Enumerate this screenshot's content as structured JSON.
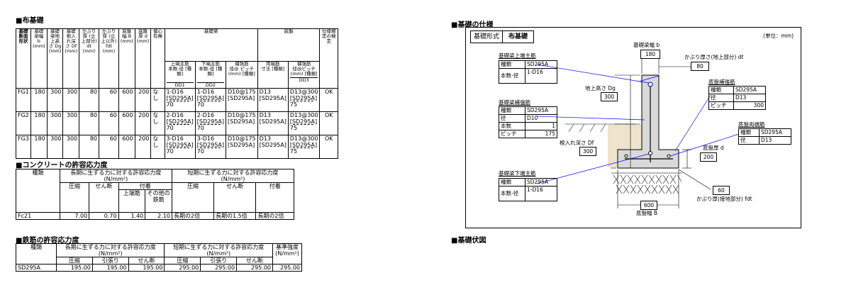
{
  "left": {
    "title1": "■布基礎",
    "fh": {
      "c1": "基礎断面形状",
      "c2": "基礎梁幅 b (mm)",
      "c3": "基礎梁地上高さ Dg (mm)",
      "c4": "基礎根入れ深さ Df (mm)",
      "c5": "かぶり厚 (立上部分) dt (mm)",
      "c6": "かぶり厚 (立上以外) fdt (mm)",
      "c7": "底盤幅 B (mm)",
      "c8": "底盤厚 d (mm)",
      "c9": "偏心有無",
      "grp1": "基礎梁",
      "g1a": "上端主筋",
      "g1b": "下端主筋",
      "g1c": "補強筋",
      "g1a_s": "本数-径 [種類]",
      "g1b_s": "本数-径 [種類]",
      "g1c_s": "径@ ピッチ (mm) [種類]",
      "dd1": "DD1",
      "dd2": "DD2",
      "grp2": "底盤",
      "g2a": "両端筋",
      "g2b": "補強筋",
      "g2a_s": "寸法 [種類]",
      "g2b_s": "径@ピッチ (mm) [種類]",
      "dd3": "DD3",
      "c14": "仕様規定の検定"
    },
    "rows": [
      {
        "name": "FG1",
        "b": "180",
        "dg": "300",
        "df": "300",
        "dt": "80",
        "fdt": "60",
        "B": "600",
        "d": "200",
        "ecc": "なし",
        "top1": "1-D16",
        "top2": "[SD295A]",
        "top3": "70",
        "bot1": "1-D16",
        "bot2": "[SD295A]",
        "bot3": "70",
        "rein1": "D10@175",
        "rein2": "[SD295A]",
        "slab1": "D13",
        "slab2": "[SD295A]",
        "sr1": "D13@300",
        "sr2": "[SD295A]",
        "sr3": "75",
        "ok": "OK"
      },
      {
        "name": "FG2",
        "b": "180",
        "dg": "300",
        "df": "300",
        "dt": "80",
        "fdt": "60",
        "B": "600",
        "d": "200",
        "ecc": "なし",
        "top1": "2-D16",
        "top2": "[SD295A]",
        "top3": "70",
        "bot1": "2-D16",
        "bot2": "[SD295A]",
        "bot3": "70",
        "rein1": "D10@175",
        "rein2": "[SD295A]",
        "slab1": "D13",
        "slab2": "[SD295A]",
        "sr1": "D13@300",
        "sr2": "[SD295A]",
        "sr3": "75",
        "ok": "OK"
      },
      {
        "name": "FG3",
        "b": "180",
        "dg": "300",
        "df": "300",
        "dt": "80",
        "fdt": "60",
        "B": "600",
        "d": "200",
        "ecc": "なし",
        "top1": "3-D16",
        "top2": "[SD295A]",
        "top3": "70",
        "bot1": "3-D16",
        "bot2": "[SD295A]",
        "bot3": "70",
        "rein1": "D10@175",
        "rein2": "[SD295A]",
        "slab1": "D13",
        "slab2": "[SD295A]",
        "sr1": "D13@300",
        "sr2": "[SD295A]",
        "sr3": "75",
        "ok": "OK"
      }
    ],
    "title2": "■コンクリートの許容応力度",
    "ct": {
      "kind": "種類",
      "long": "長期に生ずる力に対する許容応力度",
      "short": "短期に生ずる力に対する許容応力度",
      "unit": "(N/mm²)",
      "comp": "圧縮",
      "shear": "せん断",
      "bond": "付着",
      "top": "上端筋",
      "other": "その他の 鉄筋",
      "row": {
        "kind": "Fc21",
        "comp": "7.00",
        "shear": "0.70",
        "top": "1.40",
        "other": "2.10",
        "scomp": "長期の2倍",
        "sshear": "長期の1.5倍",
        "sbond": "長期の2倍"
      }
    },
    "title3": "■鉄筋の許容応力度",
    "rt": {
      "kind": "種類",
      "long": "長期に生ずる力に対する許容応力度",
      "short": "短期に生ずる力に対する許容応力度",
      "std": "基準強度",
      "unit": "(N/mm²)",
      "comp": "圧縮",
      "tens": "引張り",
      "shear": "せん断",
      "row": {
        "kind": "SD295A",
        "lc": "195.00",
        "lt": "195.00",
        "ls": "195.00",
        "sc": "295.00",
        "st": "295.00",
        "ss": "295.00",
        "std": "295.00"
      }
    }
  },
  "right": {
    "title1": "■基礎の仕様",
    "type_label": "基礎形式",
    "type_value": "布基礎",
    "unit": "(単位：mm)",
    "beam_width_label": "基礎梁幅 b",
    "beam_width_value": "180",
    "cover_top_label": "かぶり厚さ(地上部分) dt",
    "cover_top_value": "80",
    "top_bar_title": "基礎梁上端主筋",
    "top_bar_kind_label": "種類",
    "top_bar_kind": "SD295A",
    "top_bar_num_label": "本数-径",
    "top_bar_num": "1-D16",
    "height_label": "地上高さ Dg",
    "height_value": "300",
    "rein_title": "基礎梁補強筋",
    "rein_kind_label": "種類",
    "rein_kind": "SD295A",
    "rein_dia_label": "径",
    "rein_dia": "D10",
    "rein_num_label": "本数",
    "rein_num": "1",
    "rein_pitch_label": "ピッチ",
    "rein_pitch": "175",
    "slab_rein_title": "底盤補強筋",
    "slab_rein_kind_label": "種類",
    "slab_rein_kind": "SD295A",
    "slab_rein_dia_label": "径",
    "slab_rein_dia": "D13",
    "slab_rein_pitch_label": "ピッチ",
    "slab_rein_pitch": "300",
    "slab_end_title": "底盤両端筋",
    "slab_end_kind_label": "種類",
    "slab_end_kind": "SD295A",
    "slab_end_dia_label": "径",
    "slab_end_dia": "D13",
    "embed_label": "根入れ深さ Df",
    "embed_value": "300",
    "slab_thk_label": "底盤厚 d",
    "slab_thk_value": "200",
    "bot_bar_title": "基礎梁下端主筋",
    "bot_bar_kind_label": "種類",
    "bot_bar_kind": "SD295A",
    "bot_bar_num_label": "本数-径",
    "bot_bar_num": "1-D16",
    "cover_bot_value": "60",
    "cover_bot_label": "かぶり厚(接地部分) fdt",
    "slab_w_value": "600",
    "slab_w_label": "底盤幅 B",
    "title2": "■基礎伏図"
  }
}
